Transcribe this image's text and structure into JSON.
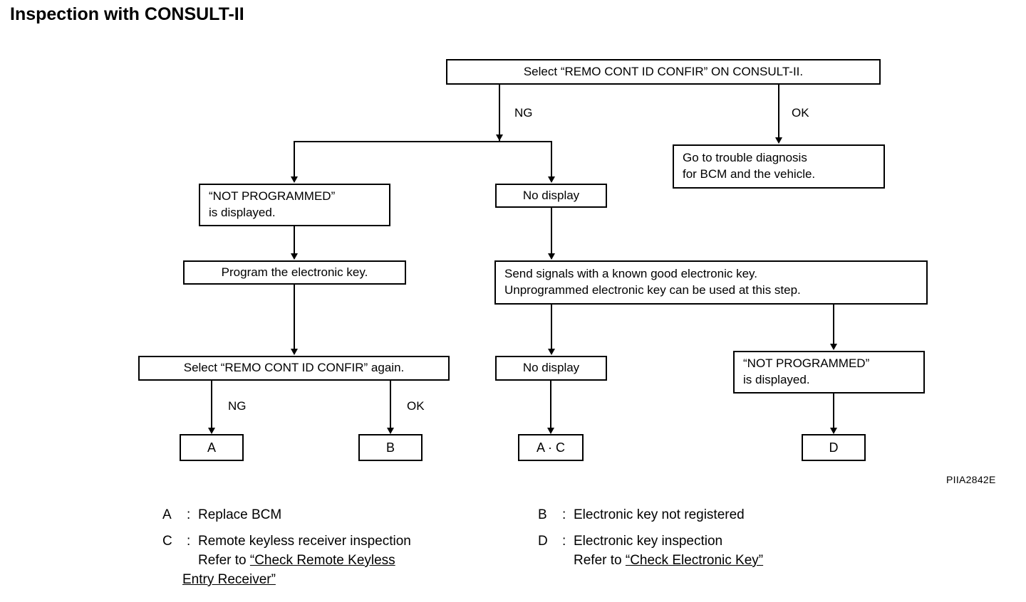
{
  "title": "Inspection with CONSULT-II",
  "figure_code": "PIIA2842E",
  "flowchart": {
    "nodes": {
      "start": {
        "line1": "Select “REMO CONT ID CONFIR” ON CONSULT-II."
      },
      "goto_diag": {
        "line1": "Go to trouble diagnosis",
        "line2": "for BCM and the vehicle."
      },
      "not_prog_left": {
        "line1": "“NOT PROGRAMMED”",
        "line2": "is displayed."
      },
      "no_display_mid_top": {
        "line1": "No display"
      },
      "program_key": {
        "line1": "Program the electronic key."
      },
      "send_signals": {
        "line1": "Send signals with a known good electronic key.",
        "line2": "Unprogrammed electronic key can be used at this step."
      },
      "select_again": {
        "line1": "Select “REMO CONT ID CONFIR” again."
      },
      "no_display_mid_bot": {
        "line1": "No display"
      },
      "not_prog_right": {
        "line1": "“NOT PROGRAMMED”",
        "line2": "is displayed."
      },
      "term_a": {
        "line1": "A"
      },
      "term_b": {
        "line1": "B"
      },
      "term_ac": {
        "line1": "A · C"
      },
      "term_d": {
        "line1": "D"
      }
    },
    "branch_labels": {
      "ng_top": "NG",
      "ok_top": "OK",
      "ng_bottom": "NG",
      "ok_bottom": "OK"
    }
  },
  "legend": {
    "a": {
      "key": "A",
      "colon": ":",
      "text": "Replace BCM"
    },
    "b": {
      "key": "B",
      "colon": ":",
      "text": "Electronic key not registered"
    },
    "c": {
      "key": "C",
      "colon": ":",
      "text": "Remote keyless receiver inspection",
      "refer_prefix": "Refer to ",
      "refer_link_line1": "“Check Remote Keyless ",
      "refer_link_line2": "Entry Receiver”"
    },
    "d": {
      "key": "D",
      "colon": ":",
      "text": "Electronic key inspection",
      "refer_prefix": "Refer to ",
      "refer_link_line1": "“Check Electronic Key”"
    }
  }
}
